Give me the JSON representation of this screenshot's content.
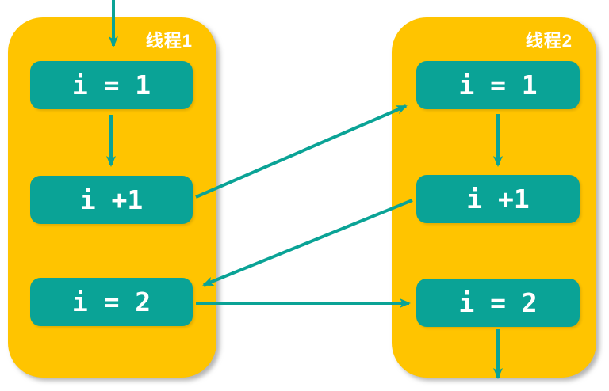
{
  "diagram": {
    "threads": [
      {
        "label": "线程1",
        "boxes": [
          {
            "label": "i = 1"
          },
          {
            "label": "i +1"
          },
          {
            "label": "i = 2"
          }
        ]
      },
      {
        "label": "线程2",
        "boxes": [
          {
            "label": "i = 1"
          },
          {
            "label": "i +1"
          },
          {
            "label": "i = 2"
          }
        ]
      }
    ],
    "edges": [
      {
        "from": "start",
        "to": "thread1.i=1",
        "style": "vertical"
      },
      {
        "from": "thread1.i=1",
        "to": "thread1.i+1",
        "style": "vertical"
      },
      {
        "from": "thread1.i+1",
        "to": "thread2.i=1",
        "style": "diagonal-up-right"
      },
      {
        "from": "thread2.i=1",
        "to": "thread2.i+1",
        "style": "vertical"
      },
      {
        "from": "thread2.i+1",
        "to": "thread1.i=2",
        "style": "diagonal-down-left"
      },
      {
        "from": "thread1.i=2",
        "to": "thread2.i=2",
        "style": "horizontal"
      },
      {
        "from": "thread2.i=2",
        "to": "end",
        "style": "vertical"
      }
    ],
    "colors": {
      "container": "#FFC400",
      "box": "#0AA396",
      "arrow": "#0AA396",
      "text": "#FFFFFF",
      "background": "#FFFFFF"
    }
  }
}
